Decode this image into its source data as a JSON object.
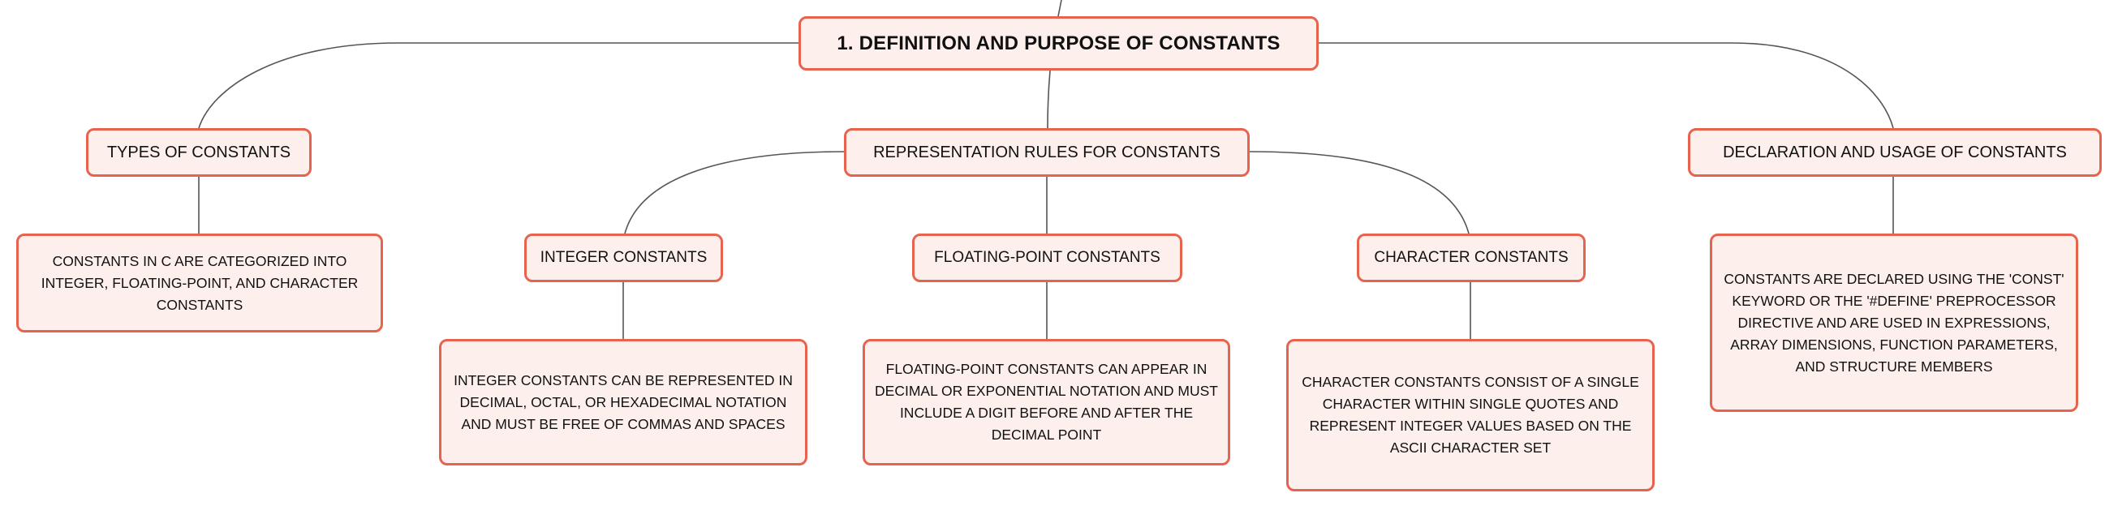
{
  "root": {
    "label": "1. DEFINITION AND PURPOSE OF CONSTANTS"
  },
  "types": {
    "label": "TYPES OF CONSTANTS",
    "detail": "CONSTANTS IN C ARE CATEGORIZED INTO INTEGER, FLOATING-POINT, AND CHARACTER CONSTANTS"
  },
  "representation": {
    "label": "REPRESENTATION RULES FOR CONSTANTS",
    "integer": {
      "label": "INTEGER CONSTANTS",
      "detail": "INTEGER CONSTANTS CAN BE REPRESENTED IN DECIMAL, OCTAL, OR HEXADECIMAL NOTATION AND MUST BE FREE OF COMMAS AND SPACES"
    },
    "floating": {
      "label": "FLOATING-POINT CONSTANTS",
      "detail": "FLOATING-POINT CONSTANTS CAN APPEAR IN DECIMAL OR EXPONENTIAL NOTATION AND MUST INCLUDE A DIGIT BEFORE AND AFTER THE DECIMAL POINT"
    },
    "character": {
      "label": "CHARACTER CONSTANTS",
      "detail": "CHARACTER CONSTANTS CONSIST OF A SINGLE CHARACTER WITHIN SINGLE QUOTES AND REPRESENT INTEGER VALUES BASED ON THE ASCII CHARACTER SET"
    }
  },
  "declaration": {
    "label": "DECLARATION AND USAGE OF CONSTANTS",
    "detail": "CONSTANTS ARE DECLARED USING THE 'CONST' KEYWORD OR THE '#DEFINE' PREPROCESSOR DIRECTIVE AND ARE USED IN EXPRESSIONS, ARRAY DIMENSIONS, FUNCTION PARAMETERS, AND STRUCTURE MEMBERS"
  },
  "colors": {
    "node_border": "#e8634e",
    "node_fill": "#fdf0ec",
    "connector": "#555555"
  }
}
